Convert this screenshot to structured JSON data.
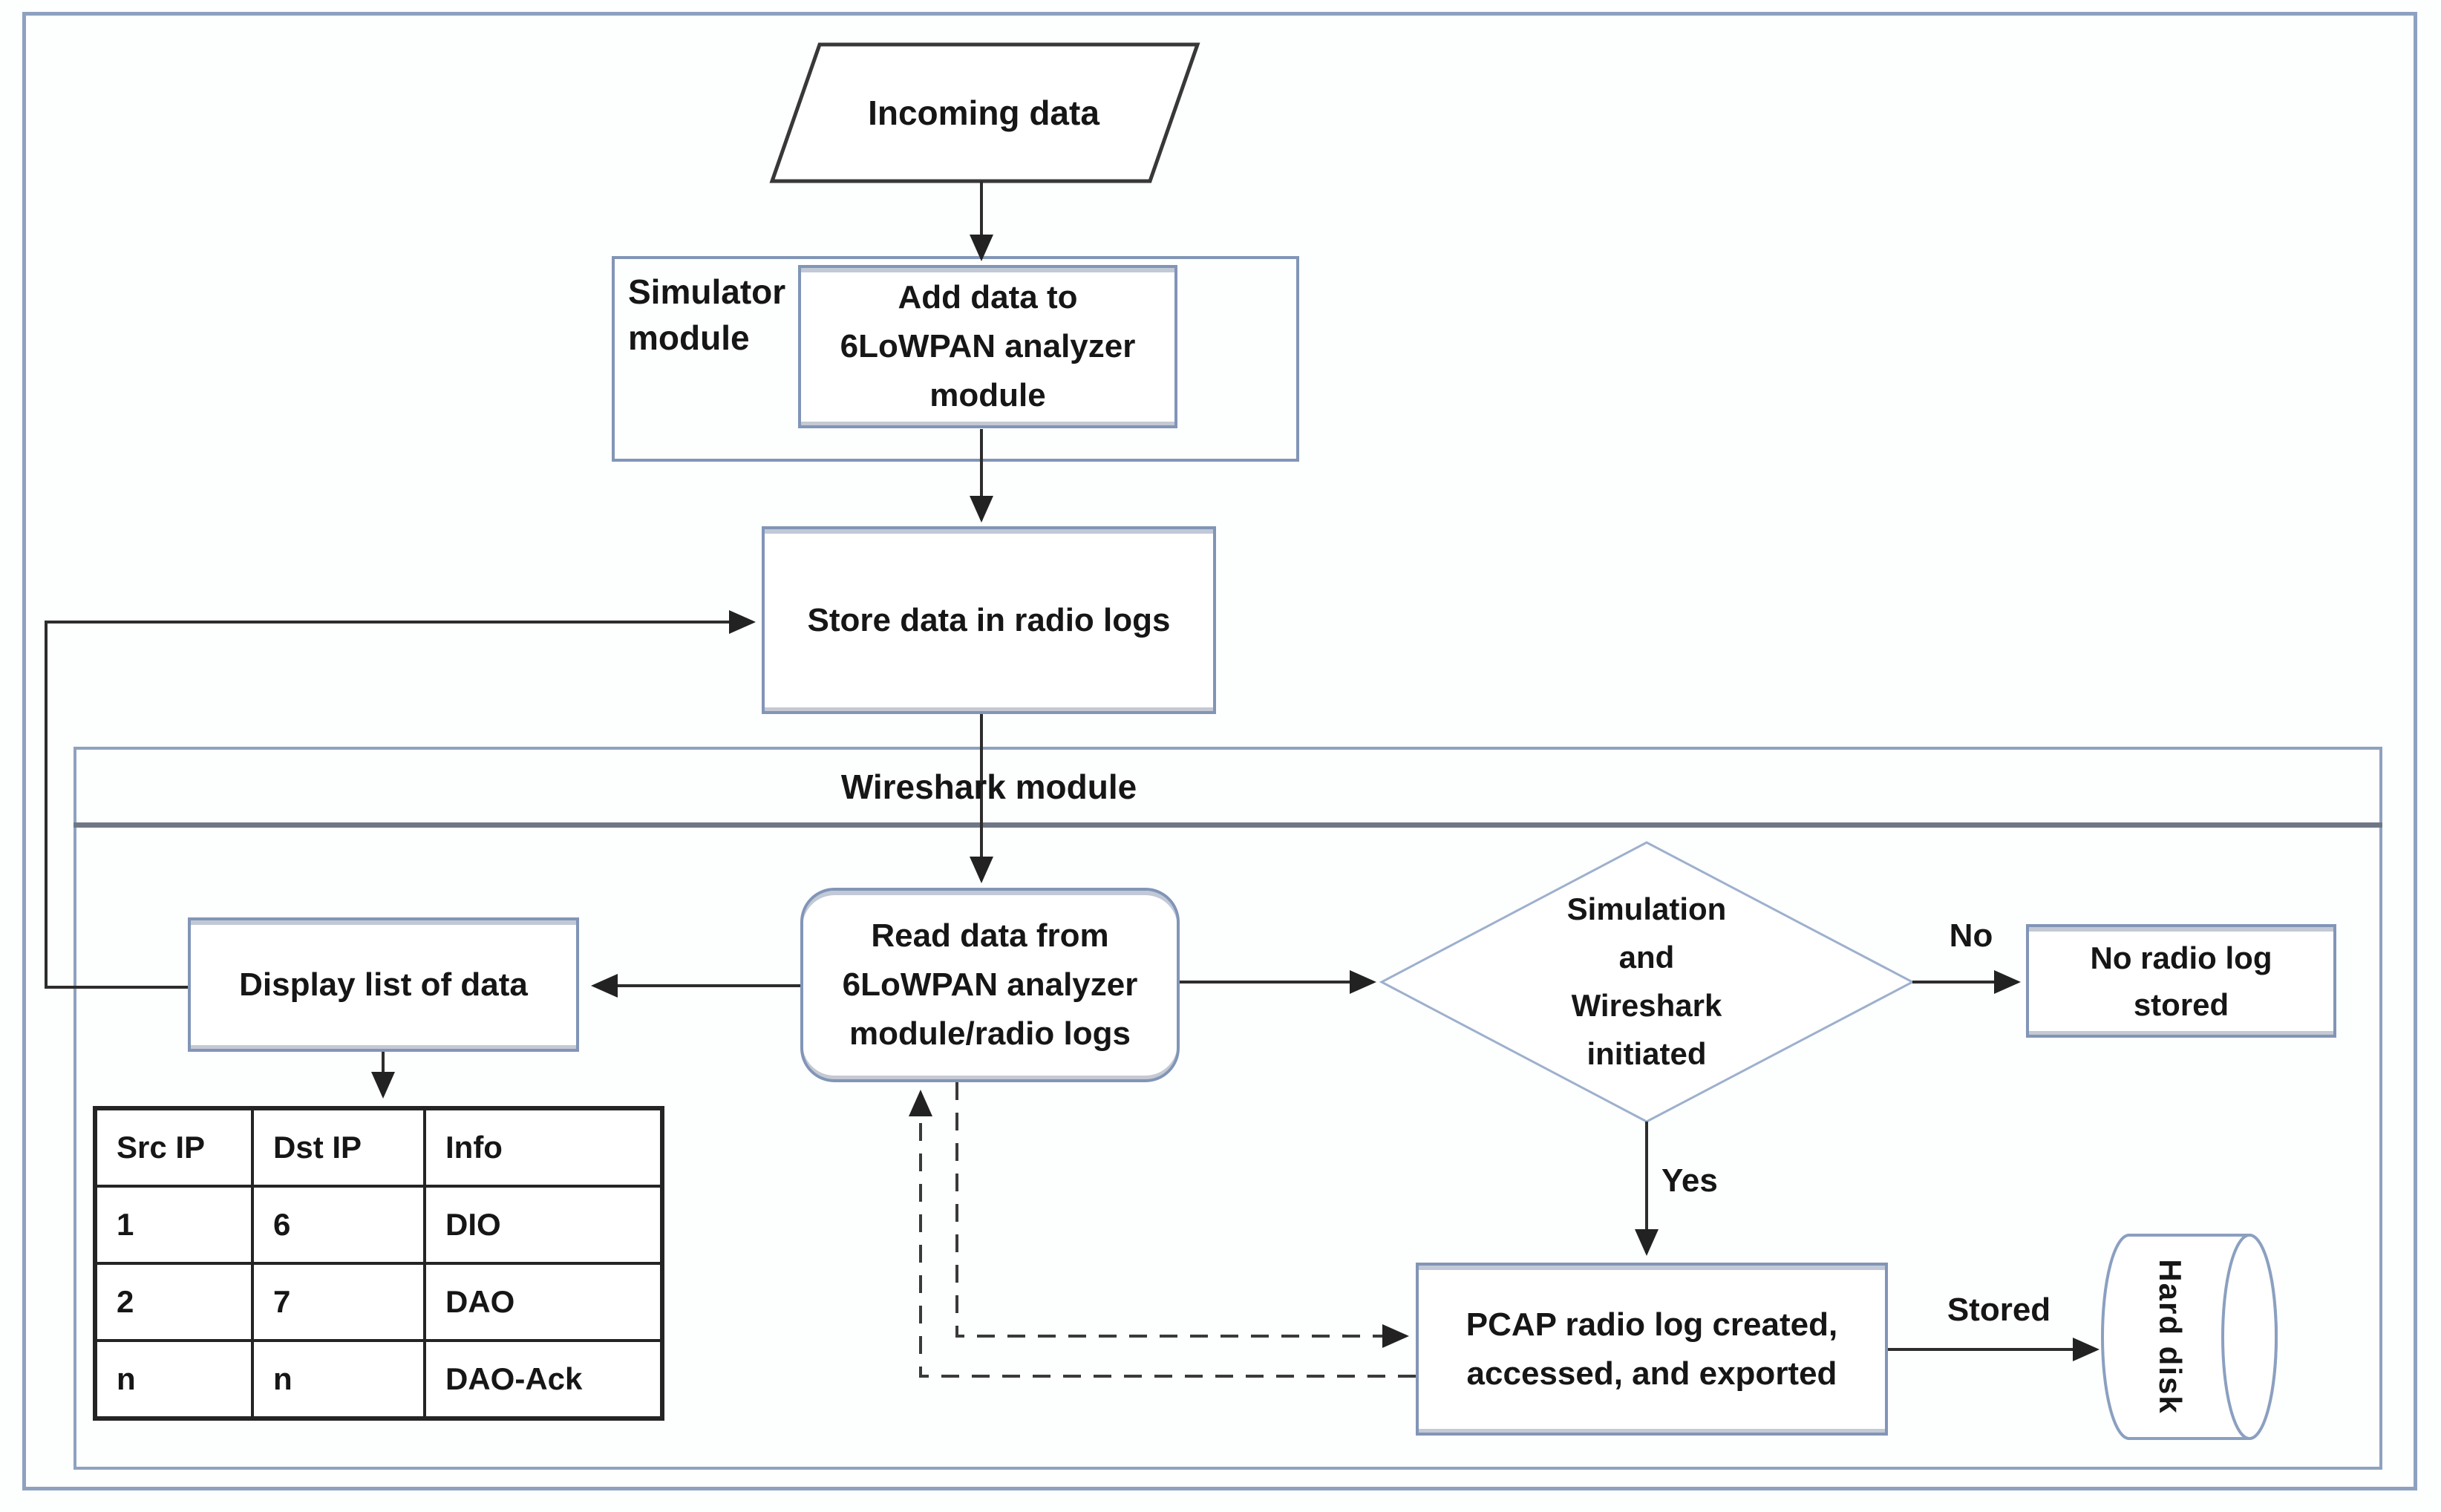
{
  "diagram": {
    "nodes": {
      "incoming_data": {
        "label": "Incoming data"
      },
      "simulator_module": {
        "label": [
          "Simulator",
          "module"
        ]
      },
      "add_data": {
        "label": [
          "Add data to",
          "6LoWPAN analyzer",
          "module"
        ]
      },
      "store_data": {
        "label": "Store data in radio logs"
      },
      "wireshark_module": {
        "label": "Wireshark module"
      },
      "display_list": {
        "label": "Display list of data"
      },
      "read_data": {
        "label": [
          "Read data from",
          "6LoWPAN analyzer",
          "module/radio logs"
        ]
      },
      "decision": {
        "label": [
          "Simulation",
          "and",
          "Wireshark",
          "initiated"
        ]
      },
      "no_radio_log": {
        "label": [
          "No radio log",
          "stored"
        ]
      },
      "pcap": {
        "label": [
          "PCAP radio log created,",
          "accessed, and exported"
        ]
      },
      "hard_disk": {
        "label": "Hard disk"
      }
    },
    "edge_labels": {
      "yes": "Yes",
      "no": "No",
      "stored": "Stored"
    },
    "table": {
      "headers": [
        "Src IP",
        "Dst IP",
        "Info"
      ],
      "rows": [
        [
          "1",
          "6",
          "DIO"
        ],
        [
          "2",
          "7",
          "DAO"
        ],
        [
          "n",
          "n",
          "DAO-Ack"
        ]
      ]
    },
    "colors": {
      "box_border": "#8195b7",
      "container_border": "#8ea1bf",
      "band_line": "#6f7787",
      "arrow": "#2d2d2d",
      "text": "#161616"
    }
  }
}
